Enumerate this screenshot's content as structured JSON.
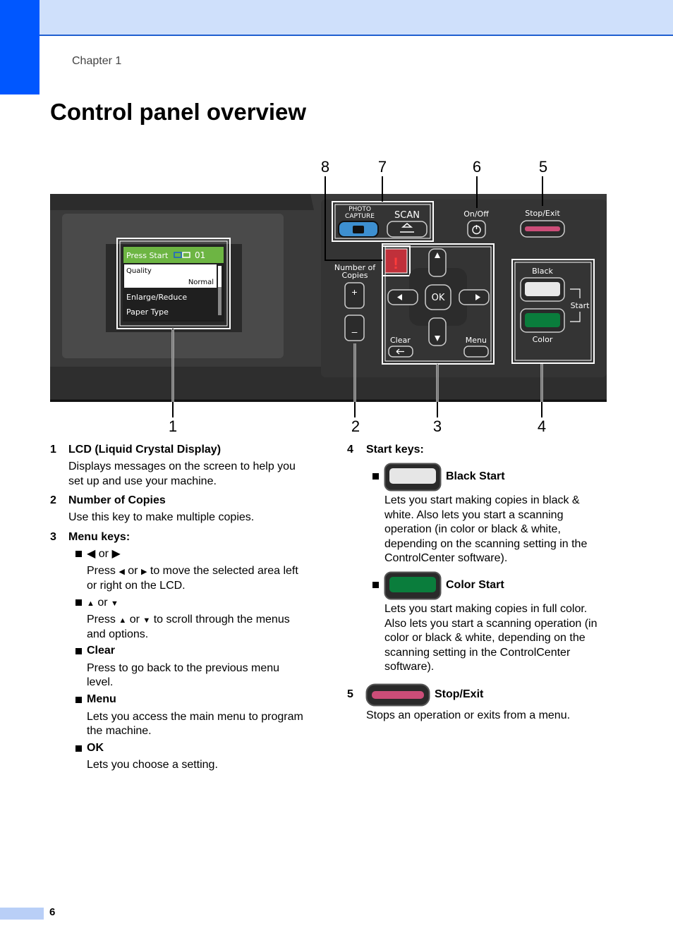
{
  "header": {
    "chapter": "Chapter 1"
  },
  "title": "Control panel overview",
  "figure": {
    "callouts": [
      "1",
      "2",
      "3",
      "4",
      "5",
      "6",
      "7",
      "8"
    ],
    "lcd": {
      "line1": "Press Start",
      "copies": "01",
      "quality_label": "Quality",
      "quality_value": "Normal",
      "item2": "Enlarge/Reduce",
      "item3": "Paper Type"
    },
    "keys": {
      "photo_capture": "PHOTO\nCAPTURE",
      "photo1": "PHOTO",
      "photo2": "CAPTURE",
      "scan": "SCAN",
      "onoff": "On/Off",
      "stopexit": "Stop/Exit",
      "copies1": "Number of",
      "copies2": "Copies",
      "plus": "+",
      "minus": "–",
      "ok": "OK",
      "clear": "Clear",
      "menu": "Menu",
      "black": "Black",
      "start": "Start",
      "color": "Color"
    }
  },
  "left_col": {
    "items": [
      {
        "num": "1",
        "title": "LCD (Liquid Crystal Display)",
        "text1": "Displays messages on the screen to help you",
        "text2": "set up and use your machine."
      },
      {
        "num": "2",
        "title": "Number of Copies",
        "text1": "Use this key to make multiple copies."
      },
      {
        "num": "3",
        "title": "Menu keys:"
      }
    ],
    "sub": {
      "lr_head_or": "or",
      "lr_text_a": "Press",
      "lr_text_b": "or",
      "lr_text_c": "to move the selected area left",
      "lr_text2": "or right on the LCD.",
      "ud_head_or": "or",
      "ud_text_a": "Press",
      "ud_text_b": "or",
      "ud_text_c": "to scroll through the menus",
      "ud_text2": "and options.",
      "clear_head": "Clear",
      "clear_t1": "Press to go back to the previous menu",
      "clear_t2": "level.",
      "menu_head": "Menu",
      "menu_t1": "Lets you access the main menu to program",
      "menu_t2": "the machine.",
      "ok_head": "OK",
      "ok_t1": "Lets you choose a setting."
    }
  },
  "right_col": {
    "item4_num": "4",
    "item4_title": "Start keys:",
    "black_title": "Black Start",
    "black_t": [
      "Lets you start making copies in black &",
      "white. Also lets you start a scanning",
      "operation (in color or black & white,",
      "depending on the scanning setting in the",
      "ControlCenter software)."
    ],
    "color_title": "Color Start",
    "color_t": [
      "Lets you start making copies in full color.",
      "Also lets you start a scanning operation (in",
      "color or black & white, depending on the",
      "scanning setting in the ControlCenter",
      "software)."
    ],
    "item5_num": "5",
    "item5_title": "Stop/Exit",
    "item5_t": "Stops an operation or exits from a menu."
  },
  "footer": {
    "page": "6"
  },
  "colors": {
    "tab": "#0057ff",
    "topbar": "#cfe0fb",
    "panel": "#3b3b3b",
    "lcd_green": "#6db543",
    "start_green": "#0a7d3c",
    "stop_pink": "#cc4d78",
    "photo_blue": "#3d8fd0"
  }
}
